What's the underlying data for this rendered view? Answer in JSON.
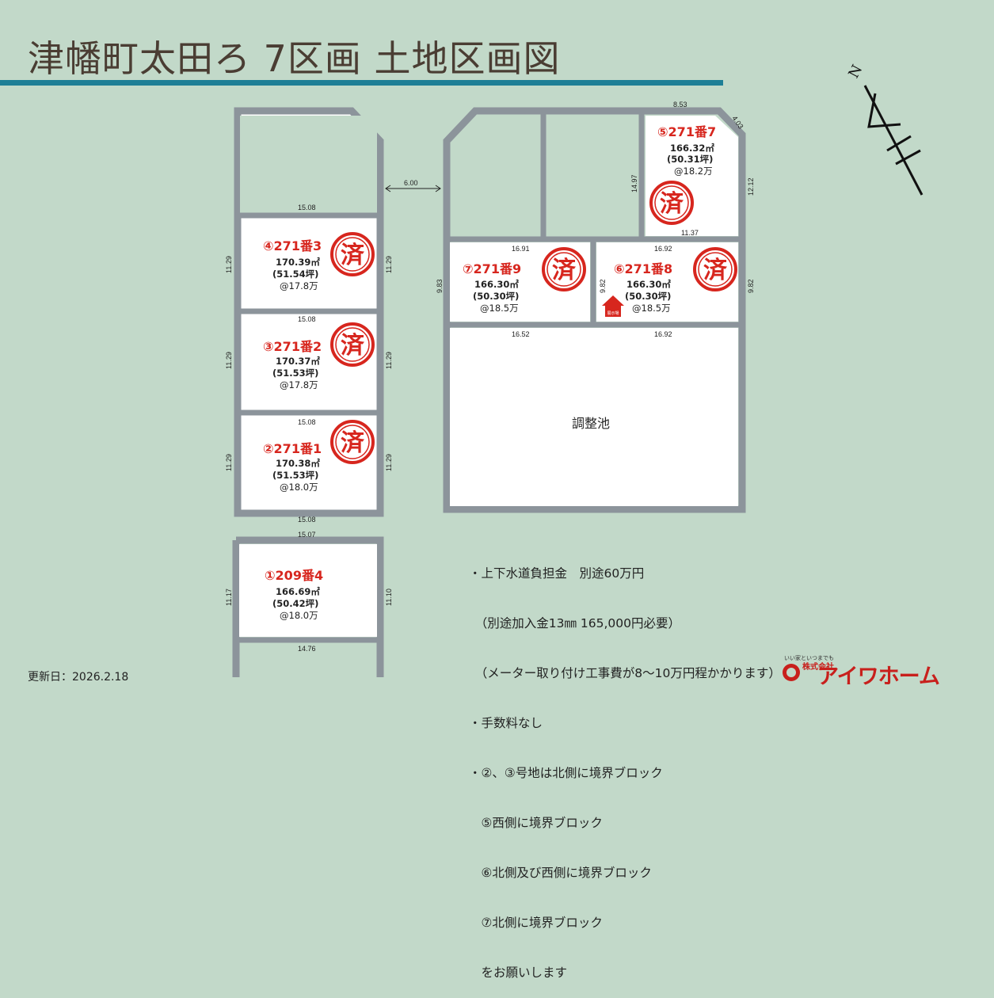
{
  "title": "津幡町太田ろ 7区画 土地区画図",
  "compass": {
    "label": "N"
  },
  "colors": {
    "accent_bar": "#1e7f96",
    "stamp": "#d7261e",
    "road": "#8c949b",
    "lot_fill": "#ffffff",
    "background": "#c2d9c9"
  },
  "road_width_label": "6.00",
  "lots": [
    {
      "id": "lot-1",
      "number": "①209番4",
      "area": "166.69㎡",
      "tsubo": "(50.42坪)",
      "price": "@18.0万",
      "sold": false,
      "dims": {
        "top": "15.07",
        "bottom": "14.76",
        "left": "11.17",
        "right": "11.10"
      }
    },
    {
      "id": "lot-2",
      "number": "②271番1",
      "area": "170.38㎡",
      "tsubo": "(51.53坪)",
      "price": "@18.0万",
      "sold": true,
      "dims": {
        "top": "15.08",
        "bottom": "15.08",
        "left": "11.29",
        "right": "11.29"
      }
    },
    {
      "id": "lot-3",
      "number": "③271番2",
      "area": "170.37㎡",
      "tsubo": "(51.53坪)",
      "price": "@17.8万",
      "sold": true,
      "dims": {
        "top": "15.08",
        "left": "11.29",
        "right": "11.29"
      }
    },
    {
      "id": "lot-4",
      "number": "④271番3",
      "area": "170.39㎡",
      "tsubo": "(51.54坪)",
      "price": "@17.8万",
      "sold": true,
      "dims": {
        "top": "15.08",
        "left": "11.29",
        "right": "11.29"
      }
    },
    {
      "id": "lot-5",
      "number": "⑤271番7",
      "area": "166.32㎡",
      "tsubo": "(50.31坪)",
      "price": "@18.2万",
      "sold": true,
      "dims": {
        "top": "8.53",
        "corner": "4.03",
        "left": "14.97",
        "right": "12.12",
        "bottom": "11.37"
      }
    },
    {
      "id": "lot-6",
      "number": "⑥271番8",
      "area": "166.30㎡",
      "tsubo": "(50.30坪)",
      "price": "@18.5万",
      "sold": true,
      "dims": {
        "top": "16.92",
        "bottom": "16.92",
        "left": "9.82",
        "right": "9.82"
      }
    },
    {
      "id": "lot-7",
      "number": "⑦271番9",
      "area": "166.30㎡",
      "tsubo": "(50.30坪)",
      "price": "@18.5万",
      "sold": true,
      "dims": {
        "top": "16.91",
        "bottom": "16.52",
        "left": "9.83"
      }
    }
  ],
  "stamp_label": "済",
  "model_house_label": "展示場",
  "pond_label": "調整池",
  "notes": [
    "・上下水道負担金　別途60万円",
    "　（別途加入金13㎜ 165,000円必要）",
    "　（メーター取り付け工事費が8～10万円程かかります）",
    "・手数料なし",
    "・②、③号地は北側に境界ブロック",
    "　⑤西側に境界ブロック",
    "　⑥北側及び西側に境界ブロック",
    "　⑦北側に境界ブロック",
    "　をお願いします"
  ],
  "updated": "更新日：2026.2.18",
  "company": {
    "tagline": "いい家といつまでも",
    "kabushiki": "株式会社",
    "name": "アイワホーム"
  }
}
